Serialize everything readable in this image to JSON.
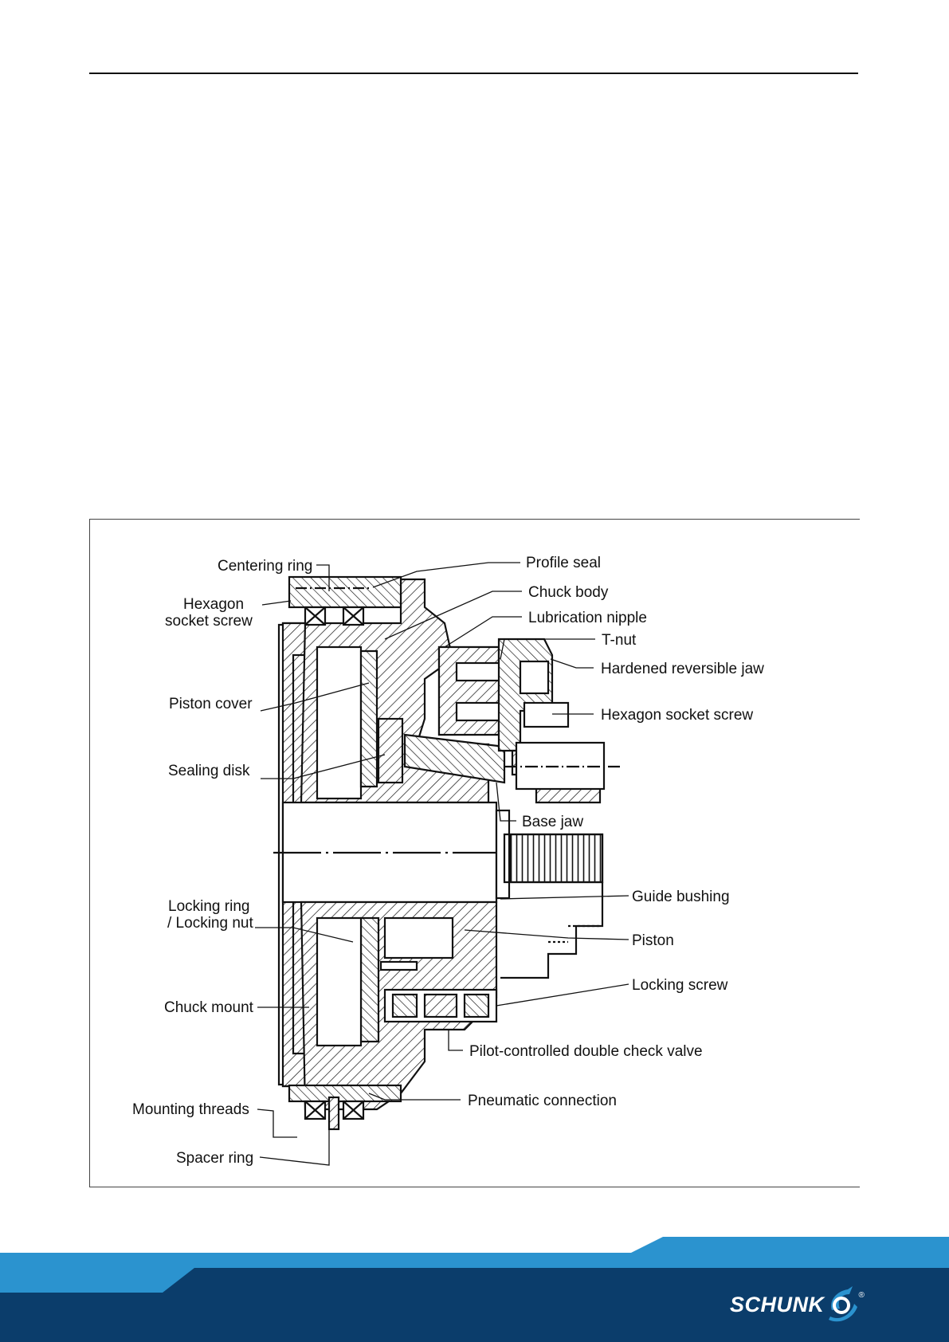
{
  "figure": {
    "labels": {
      "centering_ring": "Centering ring",
      "hexagon_socket_screw_1": "Hexagon",
      "hexagon_socket_screw_2": "socket screw",
      "piston_cover": "Piston cover",
      "sealing_disk": "Sealing disk",
      "locking_ring_1": "Locking ring",
      "locking_ring_2": "/ Locking nut",
      "chuck_mount": "Chuck mount",
      "mounting_threads": "Mounting threads",
      "spacer_ring": "Spacer ring",
      "profile_seal": "Profile seal",
      "chuck_body": "Chuck body",
      "lubrication_nipple": "Lubrication nipple",
      "t_nut": "T-nut",
      "hardened_reversible_jaw": "Hardened reversible jaw",
      "hexagon_socket_screw_right": "Hexagon socket screw",
      "base_jaw": "Base jaw",
      "guide_bushing": "Guide bushing",
      "piston": "Piston",
      "locking_screw": "Locking screw",
      "pilot_valve": "Pilot-controlled double check valve",
      "pneumatic_connection": "Pneumatic connection"
    }
  },
  "footer": {
    "logo_text": "SCHUNK",
    "logo_registered": "®",
    "colors": {
      "light_band": "#2b93cf",
      "dark_band": "#0b3d6b"
    }
  }
}
